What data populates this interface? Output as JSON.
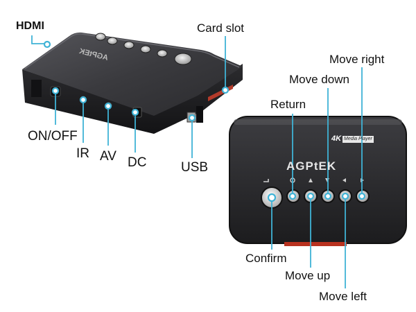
{
  "labels": {
    "hdmi": "HDMI",
    "card_slot": "Card slot",
    "move_right": "Move right",
    "move_down": "Move down",
    "return": "Return",
    "on_off": "ON/OFF",
    "ir": "IR",
    "av": "AV",
    "dc": "DC",
    "usb": "USB",
    "confirm": "Confirm",
    "move_up": "Move up",
    "move_left": "Move left"
  },
  "device": {
    "brand": "AGPtEK",
    "badge_4k": "4K",
    "badge_media_player": "Media Player"
  },
  "colors": {
    "callout": "#3fb3d6",
    "body": "#2b2b2d",
    "body_light": "#4a4a4e",
    "button": "#9c9c9c"
  }
}
